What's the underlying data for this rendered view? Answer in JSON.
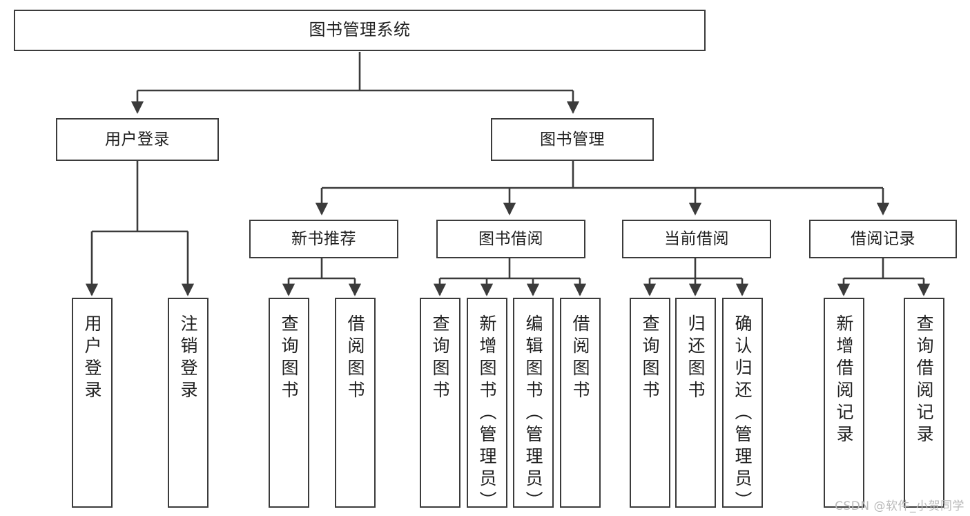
{
  "diagram": {
    "type": "tree-hierarchy",
    "title": "图书管理系统",
    "watermark": "CSDN @软件_小贺同学",
    "colors": {
      "box_stroke": "#3b3b3b",
      "box_fill": "#ffffff",
      "connector": "#3b3b3b",
      "text": "#1f1f1f",
      "watermark": "#b9b9b9",
      "background": "#ffffff"
    },
    "nodes": {
      "root": {
        "label": "图书管理系统"
      },
      "level2": [
        {
          "label": "用户登录"
        },
        {
          "label": "图书管理"
        }
      ],
      "level3": [
        {
          "label": "新书推荐"
        },
        {
          "label": "图书借阅"
        },
        {
          "label": "当前借阅"
        },
        {
          "label": "借阅记录"
        }
      ],
      "leaves_user_login": [
        {
          "label": "用户登录"
        },
        {
          "label": "注销登录"
        }
      ],
      "leaves_new_book": [
        {
          "label": "查询图书"
        },
        {
          "label": "借阅图书"
        }
      ],
      "leaves_borrow": [
        {
          "label": "查询图书"
        },
        {
          "label": "新增图书（管理员）"
        },
        {
          "label": "编辑图书（管理员）"
        },
        {
          "label": "借阅图书"
        }
      ],
      "leaves_current": [
        {
          "label": "查询图书"
        },
        {
          "label": "归还图书"
        },
        {
          "label": "确认归还（管理员）"
        }
      ],
      "leaves_records": [
        {
          "label": "新增借阅记录"
        },
        {
          "label": "查询借阅记录"
        }
      ]
    }
  }
}
